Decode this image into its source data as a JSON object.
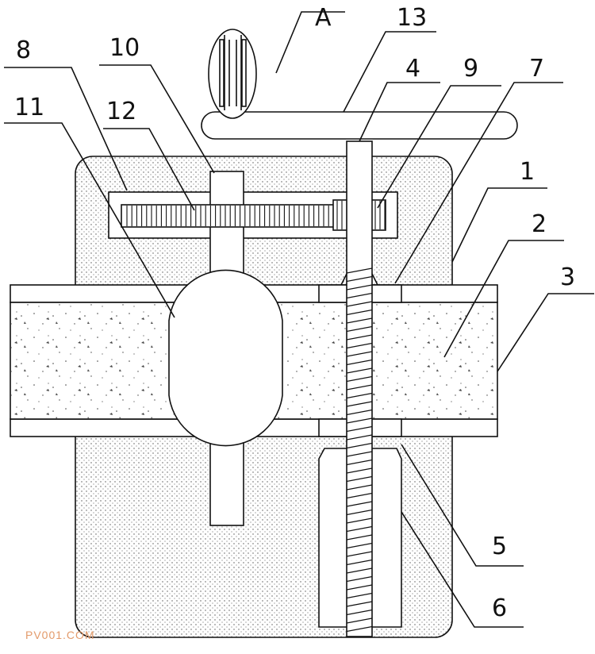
{
  "labels": {
    "a": "A",
    "n1": "1",
    "n2": "2",
    "n3": "3",
    "n4": "4",
    "n5": "5",
    "n6": "6",
    "n7": "7",
    "n8": "8",
    "n9": "9",
    "n10": "10",
    "n11": "11",
    "n12": "12",
    "n13": "13"
  },
  "watermark": "PV001.COM",
  "colors": {
    "line": "#111111",
    "fill": "#ffffff",
    "stipple": "#555555",
    "watermark": "#e39a6a"
  }
}
